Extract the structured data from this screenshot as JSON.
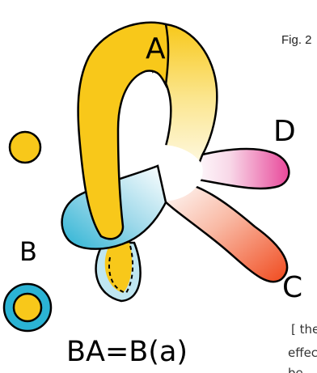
{
  "figure": {
    "fig_label": "Fig. 2",
    "labels": {
      "a": "A",
      "b": "B",
      "c": "C",
      "d": "D"
    },
    "formula": "BA=B(a)",
    "caption_lines": [
      "[ the",
      "effec",
      "be"
    ]
  },
  "colors": {
    "yellow": "#F8C81A",
    "blue": "#2BB3D4",
    "pink": "#E8489A",
    "red": "#F04A1E",
    "outline": "#000000"
  }
}
